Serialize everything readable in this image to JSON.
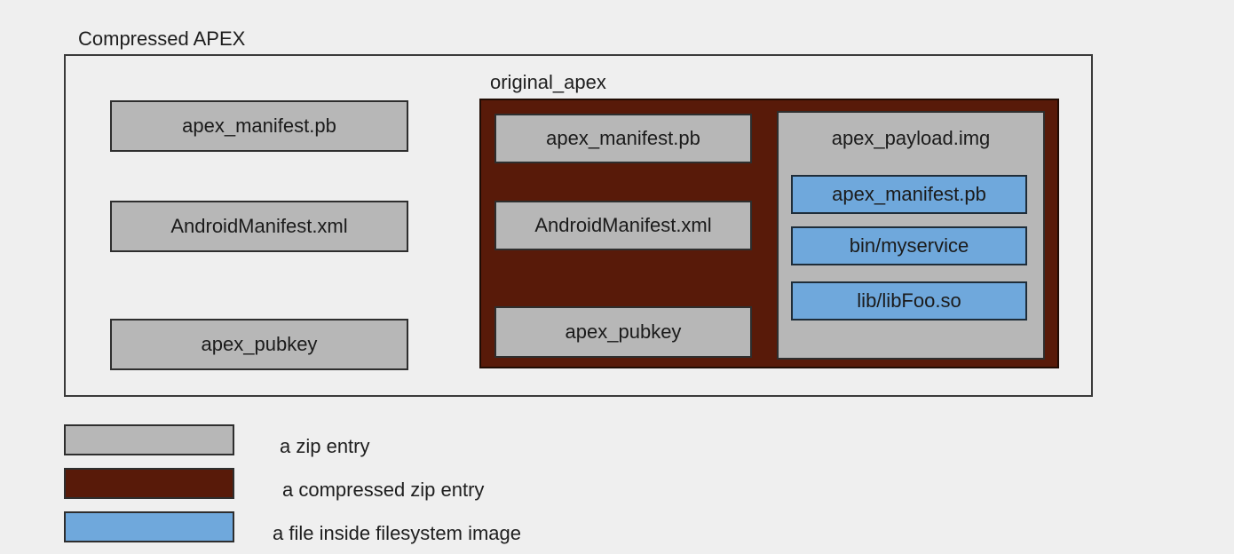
{
  "diagram": {
    "title": "Compressed APEX",
    "outer_zip_entries": [
      "apex_manifest.pb",
      "AndroidManifest.xml",
      "apex_pubkey"
    ],
    "original_apex": {
      "label": "original_apex",
      "zip_entries": [
        "apex_manifest.pb",
        "AndroidManifest.xml",
        "apex_pubkey"
      ],
      "payload": {
        "label": "apex_payload.img",
        "files": [
          "apex_manifest.pb",
          "bin/myservice",
          "lib/libFoo.so"
        ]
      }
    },
    "legend": [
      {
        "label": "a zip entry",
        "color": "#b7b7b7"
      },
      {
        "label": "a compressed zip entry",
        "color": "#581a09"
      },
      {
        "label": "a file inside filesystem image",
        "color": "#6fa8dc"
      }
    ],
    "colors": {
      "background": "#efefef",
      "zip_entry_fill": "#b7b7b7",
      "compressed_zip_entry_fill": "#581a09",
      "filesystem_file_fill": "#6fa8dc",
      "box_border": "#2e2e2e",
      "text": "#1e1e1e"
    }
  }
}
